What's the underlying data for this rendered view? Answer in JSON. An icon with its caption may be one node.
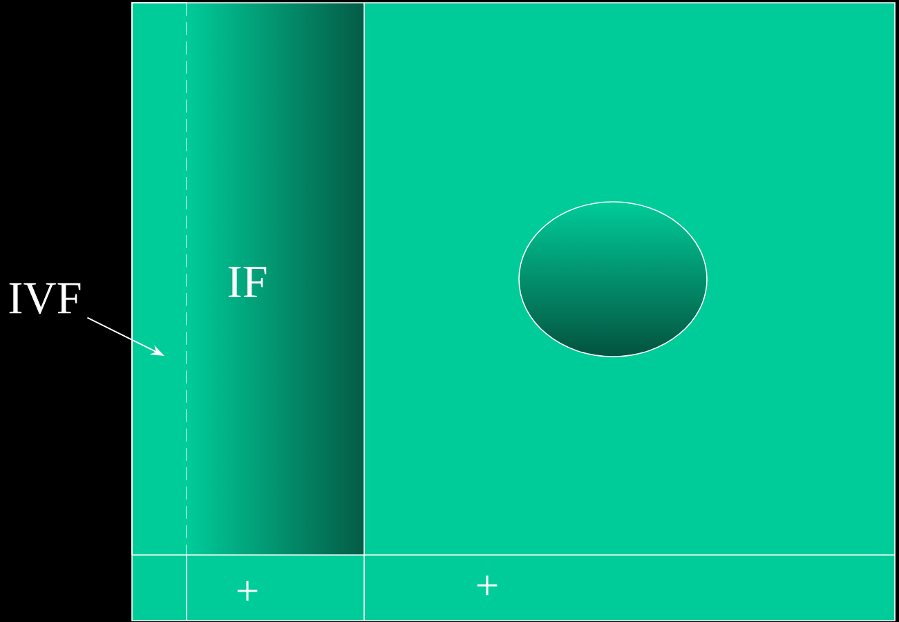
{
  "diagram": {
    "nodes": [
      {
        "text": [
          "IVF"
        ]
      },
      {
        "text": [],
        "shape": "box"
      },
      {
        "text": [
          "IF"
        ]
      },
      {
        "text": [],
        "shape": "ellipse"
      }
    ],
    "edges": [
      {
        "from": 0,
        "to": 1,
        "arrow": "to"
      }
    ],
    "labels": [
      "+",
      "+"
    ]
  }
}
